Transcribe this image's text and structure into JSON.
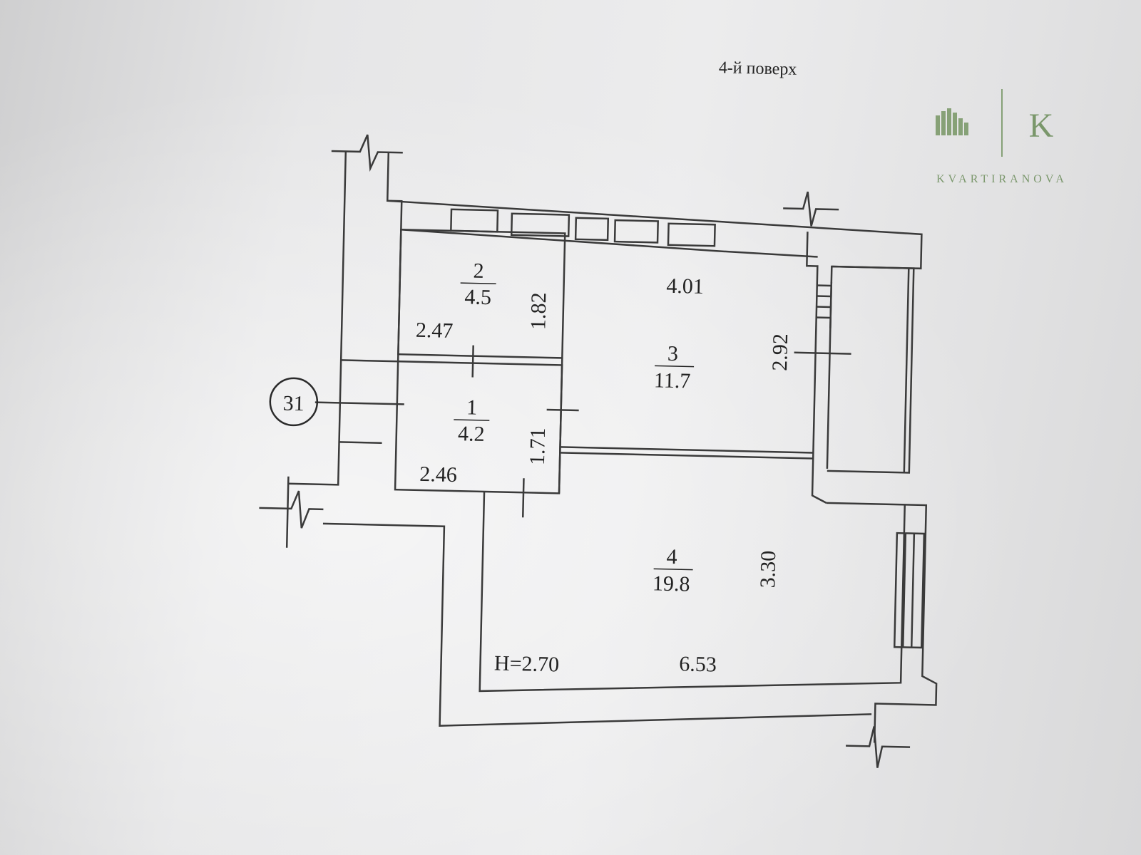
{
  "header": {
    "floor_title": "4-й поверх"
  },
  "logo": {
    "letter": "K",
    "brand": "KVARTIRANOVA",
    "color": "#6f8f5f"
  },
  "apartment": {
    "number": "31"
  },
  "rooms": [
    {
      "id": "1",
      "area": "4.2",
      "width": "2.46",
      "depth": "1.71"
    },
    {
      "id": "2",
      "area": "4.5",
      "width": "2.47",
      "depth": "1.82"
    },
    {
      "id": "3",
      "area": "11.7",
      "width": "4.01",
      "depth": "2.92"
    },
    {
      "id": "4",
      "area": "19.8",
      "width": "6.53",
      "depth": "3.30"
    }
  ],
  "ceiling_height": "H=2.70",
  "colors": {
    "paper": "#e6e6e7",
    "ink": "#3a3a3a"
  }
}
